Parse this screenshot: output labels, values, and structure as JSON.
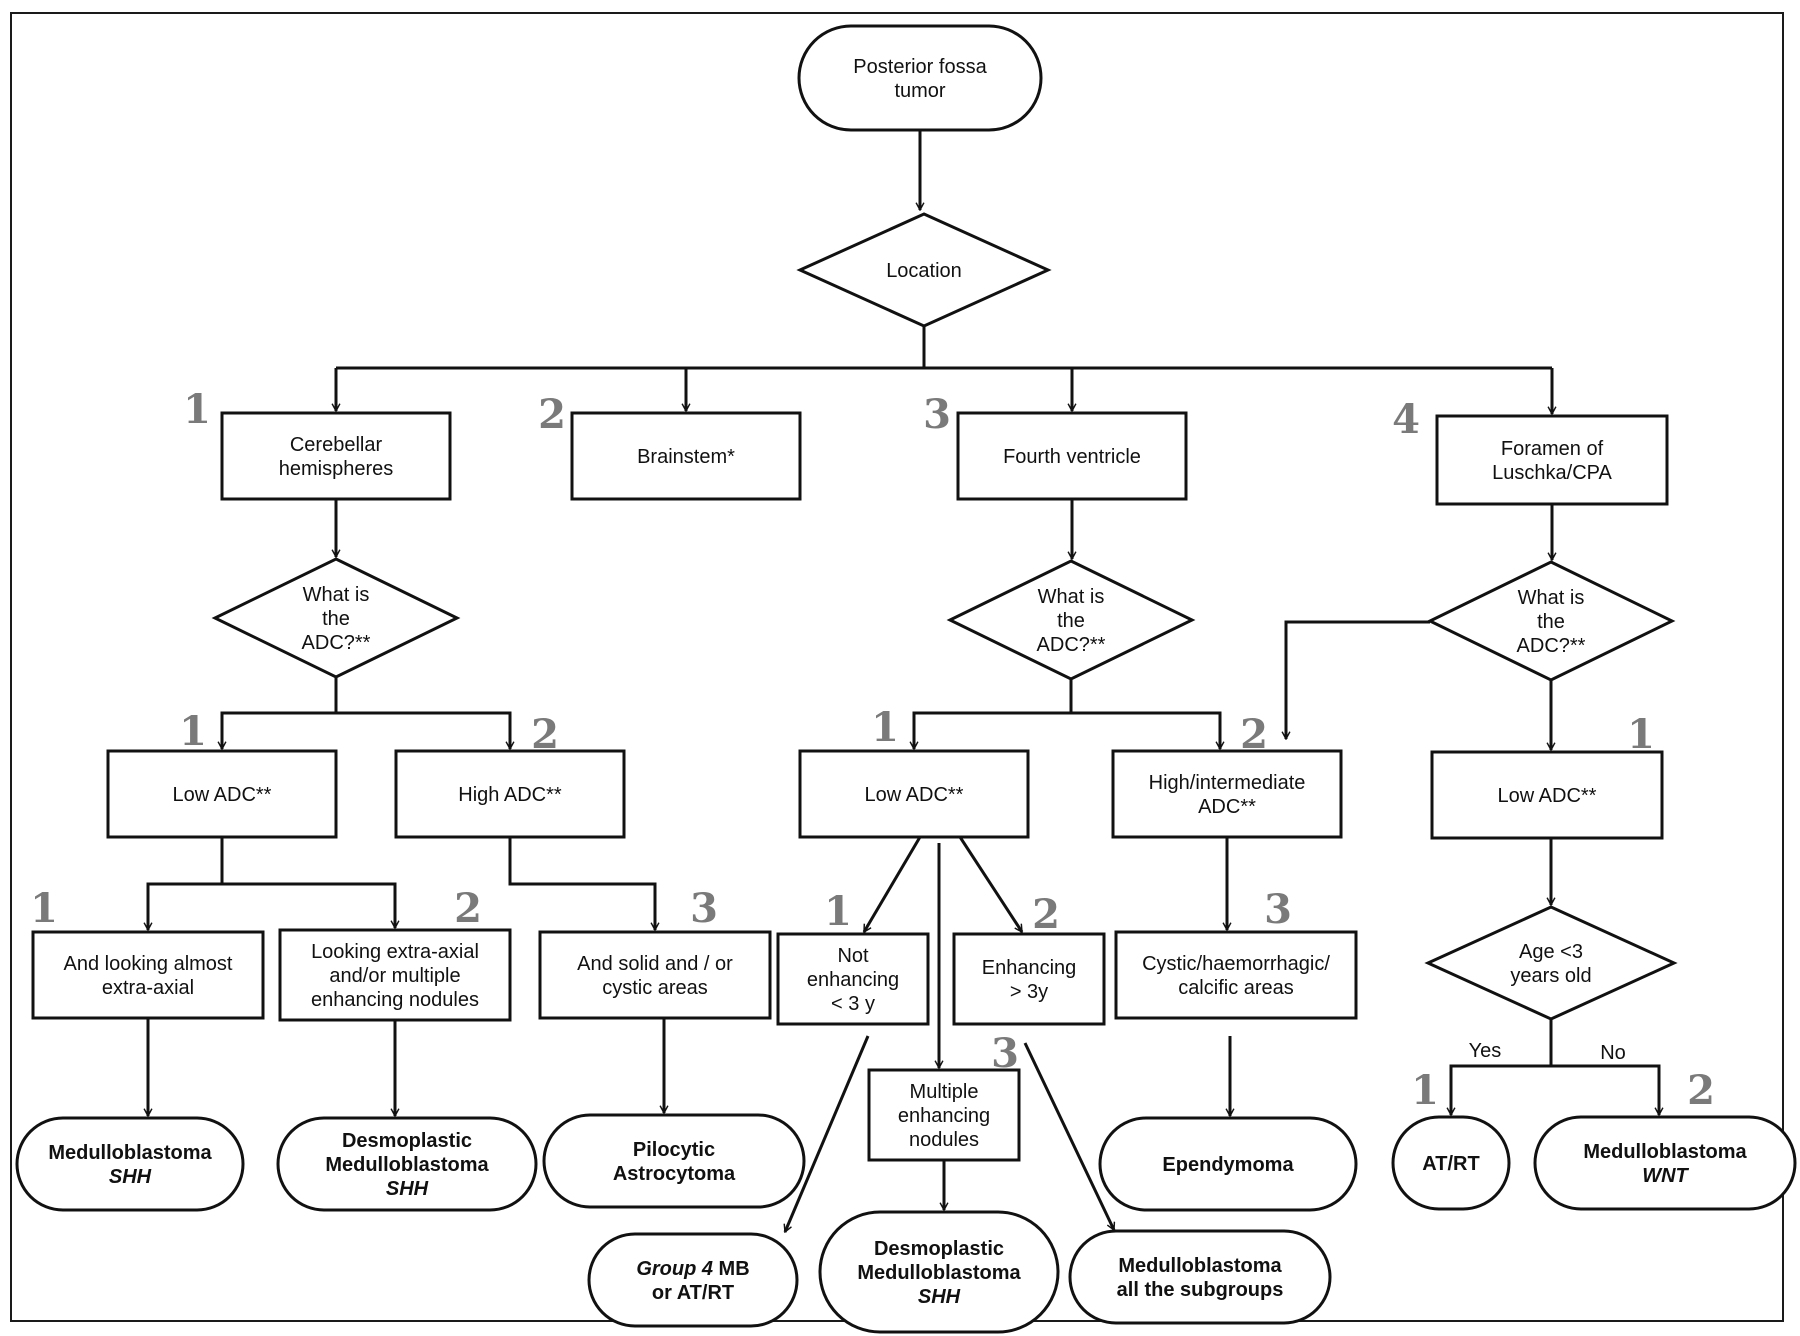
{
  "nodes": {
    "start": {
      "lines": [
        [
          "Posterior fossa"
        ],
        [
          "tumor"
        ]
      ]
    },
    "location": {
      "lines": [
        [
          "Location"
        ]
      ]
    },
    "cerebellar": {
      "lines": [
        [
          "Cerebellar"
        ],
        [
          "hemispheres"
        ]
      ]
    },
    "brainstem": {
      "lines": [
        [
          "Brainstem*"
        ]
      ]
    },
    "fourth": {
      "lines": [
        [
          "Fourth ventricle"
        ]
      ]
    },
    "luschka": {
      "lines": [
        [
          "Foramen of"
        ],
        [
          "Luschka/CPA"
        ]
      ]
    },
    "adc_q1": {
      "lines": [
        [
          "What is"
        ],
        [
          "the"
        ],
        [
          "ADC?**"
        ]
      ]
    },
    "adc_q3": {
      "lines": [
        [
          "What is"
        ],
        [
          "the"
        ],
        [
          "ADC?**"
        ]
      ]
    },
    "adc_q4": {
      "lines": [
        [
          "What is"
        ],
        [
          "the"
        ],
        [
          "ADC?**"
        ]
      ]
    },
    "low1": {
      "lines": [
        [
          "Low ADC**"
        ]
      ]
    },
    "high1": {
      "lines": [
        [
          "High ADC**"
        ]
      ]
    },
    "low3": {
      "lines": [
        [
          "Low ADC**"
        ]
      ]
    },
    "highint3": {
      "lines": [
        [
          "High/intermediate"
        ],
        [
          "ADC**"
        ]
      ]
    },
    "low4": {
      "lines": [
        [
          "Low ADC**"
        ]
      ]
    },
    "extra_axial": {
      "lines": [
        [
          "And looking almost"
        ],
        [
          "extra-axial"
        ]
      ]
    },
    "nodules": {
      "lines": [
        [
          "Looking extra-axial"
        ],
        [
          "and/or multiple"
        ],
        [
          "enhancing nodules"
        ]
      ]
    },
    "solid_cystic": {
      "lines": [
        [
          "And solid and / or"
        ],
        [
          "cystic areas"
        ]
      ]
    },
    "not_enh": {
      "lines": [
        [
          "Not"
        ],
        [
          "enhancing"
        ],
        [
          "< 3 y"
        ]
      ]
    },
    "enh": {
      "lines": [
        [
          "Enhancing"
        ],
        [
          "> 3y"
        ]
      ]
    },
    "multi_enh": {
      "lines": [
        [
          "Multiple"
        ],
        [
          "enhancing"
        ],
        [
          "nodules"
        ]
      ]
    },
    "cystic_haem": {
      "lines": [
        [
          "Cystic/haemorrhagic/"
        ],
        [
          "calcific areas"
        ]
      ]
    },
    "age": {
      "lines": [
        [
          "Age <3"
        ],
        [
          "years old"
        ]
      ]
    },
    "r_mb_shh": {
      "lines": [
        [
          "Medulloblastoma"
        ],
        [
          "SHH|i"
        ]
      ]
    },
    "r_desmo1": {
      "lines": [
        [
          "Desmoplastic"
        ],
        [
          "Medulloblastoma"
        ],
        [
          "SHH|i"
        ]
      ]
    },
    "r_pilocytic": {
      "lines": [
        [
          "Pilocytic"
        ],
        [
          "Astrocytoma"
        ]
      ]
    },
    "r_group4": {
      "lines": [
        [
          "Group 4|i",
          " MB"
        ],
        [
          "or AT/RT"
        ]
      ]
    },
    "r_desmo2": {
      "lines": [
        [
          "Desmoplastic"
        ],
        [
          "Medulloblastoma"
        ],
        [
          "SHH|i"
        ]
      ]
    },
    "r_mb_all": {
      "lines": [
        [
          "Medulloblastoma"
        ],
        [
          "all the subgroups"
        ]
      ]
    },
    "r_ependymoma": {
      "lines": [
        [
          "Ependymoma"
        ]
      ]
    },
    "r_atrt": {
      "lines": [
        [
          "AT/RT"
        ]
      ]
    },
    "r_mb_wnt": {
      "lines": [
        [
          "Medulloblastoma"
        ],
        [
          "WNT|i"
        ]
      ]
    }
  },
  "numbers": {
    "loc_cerebellar": "1",
    "loc_brainstem": "2",
    "loc_fourth": "3",
    "loc_luschka": "4",
    "q1_low": "1",
    "q1_high": "2",
    "q3_low": "1",
    "q3_high": "2",
    "q4_low": "1",
    "low1_extra": "1",
    "low1_nodules": "2",
    "high1_solid": "3",
    "low3_notenh": "1",
    "low3_enh": "2",
    "low3_multi": "3",
    "highint_cystic": "3",
    "age_yes": "1",
    "age_no": "2"
  },
  "edge_labels": {
    "yes": "Yes",
    "no": "No"
  },
  "colors": {
    "line": "#111111",
    "number_label": "#7a7a7a",
    "background": "#ffffff"
  }
}
